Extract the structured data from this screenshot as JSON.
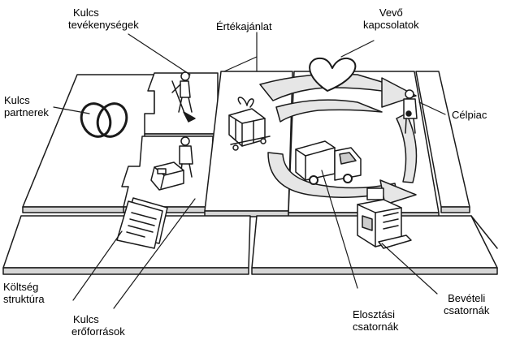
{
  "labels": {
    "kulcs_tevekenysegek": [
      "Kulcs",
      "tevékenységek"
    ],
    "ertekajanlat": "Értékajánlat",
    "vevo_kapcsolatok": [
      "Vevő",
      "kapcsolatok"
    ],
    "kulcs_partnerek": [
      "Kulcs",
      "partnerek"
    ],
    "celpiac": "Célpiac",
    "koltseg_struktura": [
      "Költség",
      "struktúra"
    ],
    "kulcs_eroforrasok": [
      "Kulcs",
      "erőforrások"
    ],
    "elosztasi_csatornak": [
      "Elosztási",
      "csatornák"
    ],
    "beveteli_csatornak": [
      "Bevételi",
      "csatornák"
    ]
  },
  "colors": {
    "line": "#1a1a1a",
    "board_face": "#ffffff",
    "board_side": "#d6d6d6",
    "arrow_fill": "#e6e6e6"
  }
}
